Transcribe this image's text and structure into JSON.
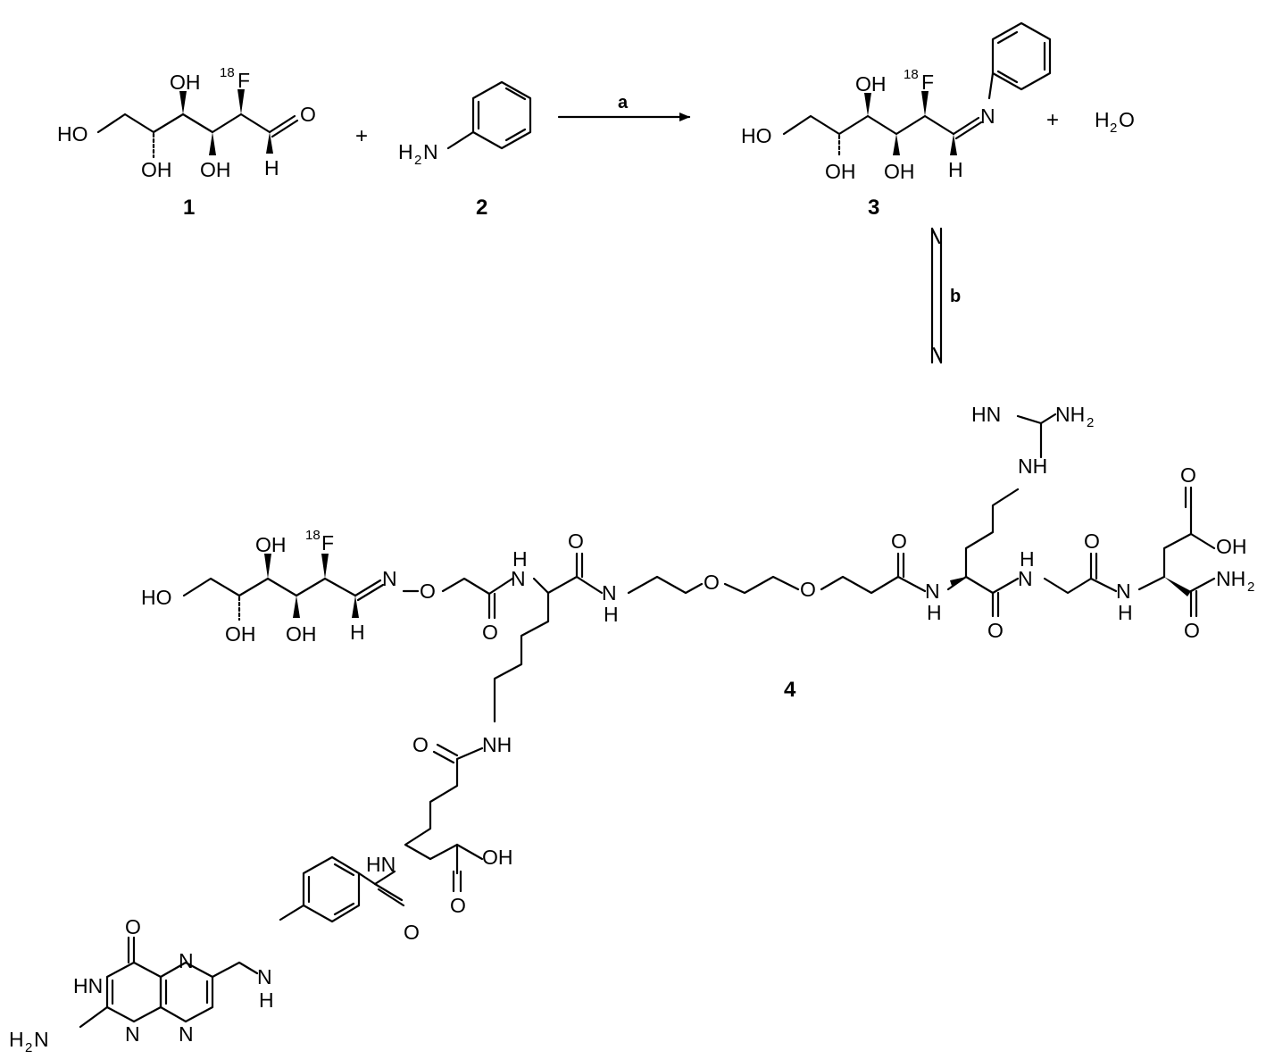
{
  "compounds": {
    "c1": "1",
    "c2": "2",
    "c3": "3",
    "c4": "4"
  },
  "conditions": {
    "a": "a",
    "b": "b"
  },
  "operators": {
    "plus": "+"
  },
  "atoms": {
    "OH": "OH",
    "HO": "HO",
    "F": "F",
    "isotope": "18",
    "O": "O",
    "H": "H",
    "N": "N",
    "NH": "NH",
    "HN": "HN",
    "H2N_main": "H",
    "H2N_tail": "N",
    "two": "2",
    "NH2_main": "NH",
    "water_H": "H",
    "water_O": "O",
    "OH_acid": "OH"
  }
}
